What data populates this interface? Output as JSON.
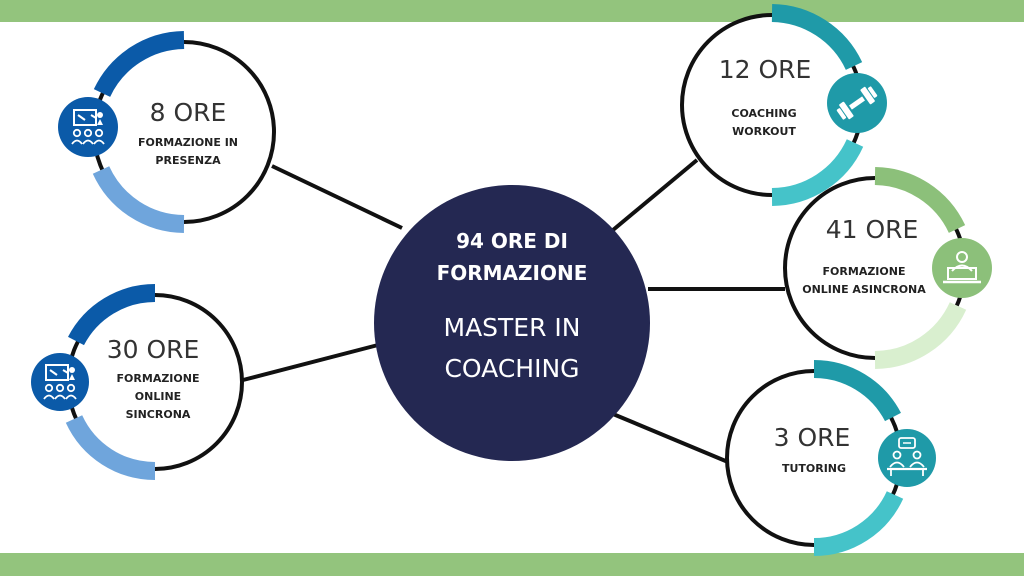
{
  "colors": {
    "band": "#93c47d",
    "center": "#242852",
    "line": "#111111",
    "blue_dark": "#0b5aa8",
    "blue_light": "#6fa5dc",
    "teal_dark": "#1f9aa8",
    "teal_light": "#45c3c9",
    "green_dark": "#8cc07a",
    "green_light": "#d9efcf"
  },
  "center": {
    "line1": "94 ORE DI",
    "line2": "FORMAZIONE",
    "line3": "MASTER IN",
    "line4": "COACHING"
  },
  "nodes": [
    {
      "id": "presenza",
      "hours": "8 ORE",
      "desc": [
        "FORMAZIONE IN",
        "PRESENZA"
      ],
      "icon": "classroom-icon"
    },
    {
      "id": "sincrona",
      "hours": "30 ORE",
      "desc": [
        "FORMAZIONE",
        "ONLINE",
        "SINCRONA"
      ],
      "icon": "classroom-icon"
    },
    {
      "id": "workout",
      "hours": "12 ORE",
      "desc": [
        "COACHING",
        "WORKOUT"
      ],
      "icon": "dumbbell-icon"
    },
    {
      "id": "asincrona",
      "hours": "41 ORE",
      "desc": [
        "FORMAZIONE",
        "ONLINE ASINCRONA"
      ],
      "icon": "laptop-user-icon"
    },
    {
      "id": "tutoring",
      "hours": "3 ORE",
      "desc": [
        "TUTORING"
      ],
      "icon": "conversation-icon"
    }
  ]
}
